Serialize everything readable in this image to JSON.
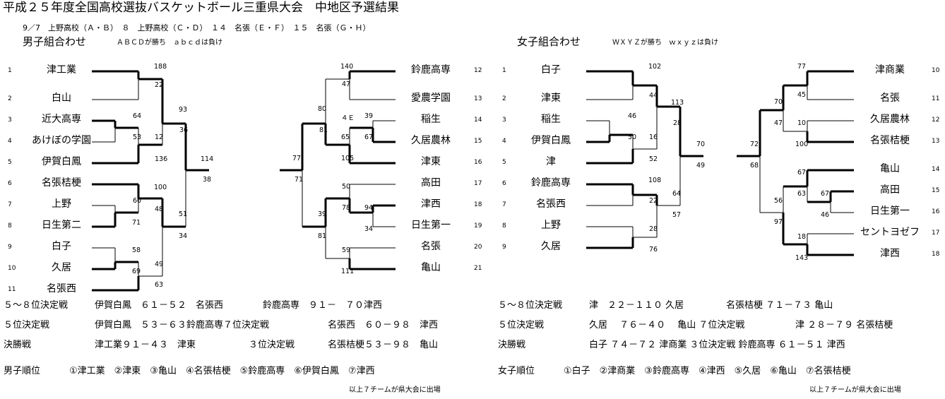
{
  "title": "平成２５年度全国高校選抜バスケットボール三重県大会　中地区予選結果",
  "schedule": "9／7　上野高校（Ａ・Ｂ）　８　上野高校（Ｃ・Ｄ）　１４　名張（Ｅ・Ｆ）　１５　名張（Ｇ・Ｈ）",
  "boys": {
    "heading": "男子組合わせ",
    "note": "ＡＢＣＤが勝ち　ａｂｃｄは負け",
    "left": [
      {
        "seed": "1",
        "name": "津工業"
      },
      {
        "seed": "2",
        "name": "白山"
      },
      {
        "seed": "3",
        "name": "近大高専"
      },
      {
        "seed": "4",
        "name": "あけぼの学園"
      },
      {
        "seed": "5",
        "name": "伊賀白鳳"
      },
      {
        "seed": "6",
        "name": "名張桔梗"
      },
      {
        "seed": "7",
        "name": "上野"
      },
      {
        "seed": "8",
        "name": "日生第二"
      },
      {
        "seed": "9",
        "name": "白子"
      },
      {
        "seed": "10",
        "name": "久居"
      },
      {
        "seed": "11",
        "name": "名張西"
      }
    ],
    "right": [
      {
        "seed": "12",
        "name": "鈴鹿高専"
      },
      {
        "seed": "13",
        "name": "愛農学園"
      },
      {
        "seed": "14",
        "name": "稲生"
      },
      {
        "seed": "15",
        "name": "久居農林"
      },
      {
        "seed": "16",
        "name": "津東"
      },
      {
        "seed": "17",
        "name": "高田"
      },
      {
        "seed": "18",
        "name": "津西"
      },
      {
        "seed": "19",
        "name": "日生第一"
      },
      {
        "seed": "20",
        "name": "名張"
      },
      {
        "seed": "21",
        "name": "亀山"
      }
    ],
    "scores": {
      "l1": "188",
      "l2": "22",
      "l3": "64",
      "l4": "53",
      "l5": "12",
      "l6": "136",
      "l7": "93",
      "l8": "36",
      "l9": "100",
      "l10": "60",
      "l11": "71",
      "l12": "48",
      "l13": "58",
      "l14": "69",
      "l15": "49",
      "l16": "63",
      "l17": "51",
      "l18": "34",
      "l19": "114",
      "l20": "38",
      "r1": "140",
      "r2": "47",
      "r3": "39",
      "r4": "67",
      "r5": "65",
      "r6": "105",
      "r7": "80",
      "r8": "４Ｅ",
      "r9": "81",
      "r10": "50",
      "r11": "78",
      "r12": "94",
      "r13": "34",
      "r14": "59",
      "r15": "111",
      "r16": "39",
      "r17": "81",
      "r18": "77",
      "r19": "71"
    },
    "results": [
      {
        "label": "５～８位決定戦",
        "a": "伊賀白鳳　６１－５２　名張西",
        "b": "鈴鹿高専　９１－　７０津西"
      },
      {
        "label": "５位決定戦",
        "a": "伊賀白鳳　５３－６３鈴鹿高専７位決定戦",
        "b": "名張西　６０－９８　津西"
      },
      {
        "label": "決勝戦",
        "a": "津工業９１－４３　津東",
        "b": "３位決定戦",
        "c": "名張桔梗５３－９８　亀山"
      }
    ],
    "ranking_label": "男子順位",
    "ranking": "①津工業　②津東　③亀山　④名張桔梗　⑤鈴鹿高専　⑥伊賀白鳳　⑦津西",
    "footnote": "以上７チームが県大会に出場"
  },
  "girls": {
    "heading": "女子組合わせ",
    "note": "ＷＸＹＺが勝ち　ｗｘｙｚは負け",
    "left": [
      {
        "seed": "1",
        "name": "白子"
      },
      {
        "seed": "2",
        "name": "津東"
      },
      {
        "seed": "3",
        "name": "稲生"
      },
      {
        "seed": "4",
        "name": "伊賀白鳳"
      },
      {
        "seed": "5",
        "name": "津"
      },
      {
        "seed": "6",
        "name": "鈴鹿高専"
      },
      {
        "seed": "7",
        "name": "名張西"
      },
      {
        "seed": "8",
        "name": "上野"
      },
      {
        "seed": "9",
        "name": "久居"
      }
    ],
    "right": [
      {
        "seed": "10",
        "name": "津商業"
      },
      {
        "seed": "11",
        "name": "名張"
      },
      {
        "seed": "12",
        "name": "久居農林"
      },
      {
        "seed": "13",
        "name": "名張桔梗"
      },
      {
        "seed": "14",
        "name": "亀山"
      },
      {
        "seed": "15",
        "name": "高田"
      },
      {
        "seed": "16",
        "name": "日生第一"
      },
      {
        "seed": "17",
        "name": "セントヨゼフ"
      },
      {
        "seed": "18",
        "name": "津西"
      }
    ],
    "scores": {
      "l1": "102",
      "l2": "44",
      "l3": "46",
      "l4": "50",
      "l5": "16",
      "l6": "52",
      "l7": "113",
      "l8": "28",
      "l9": "108",
      "l10": "22",
      "l11": "28",
      "l12": "76",
      "l13": "64",
      "l14": "57",
      "l15": "70",
      "l16": "49",
      "r1": "77",
      "r2": "45",
      "r3": "70",
      "r4": "47",
      "r5": "10",
      "r6": "100",
      "r7": "72",
      "r8": "68",
      "r9": "67",
      "r10": "63",
      "r11": "67",
      "r12": "46",
      "r13": "56",
      "r14": "97",
      "r15": "18",
      "r16": "143"
    },
    "results": [
      {
        "label": "５～８位決定戦",
        "a": "津　２２－１１０ 久居",
        "b": "名張桔梗 ７１－７３ 亀山"
      },
      {
        "label": "５位決定戦",
        "a": "久居　 ７６－４０　 亀山 ７位決定戦",
        "b": "津 ２８－７９ 名張桔梗"
      },
      {
        "label": "決勝戦",
        "a": "白子 ７４－７２ 津商業 ３位決定戦 鈴鹿高専 ６１－５１ 津西"
      }
    ],
    "ranking_label": "女子順位",
    "ranking": "①白子　②津商業　③鈴鹿高専　④津西　⑤久居　⑥亀山　⑦名張桔梗",
    "footnote": "以上７チームが県大会に出場"
  }
}
